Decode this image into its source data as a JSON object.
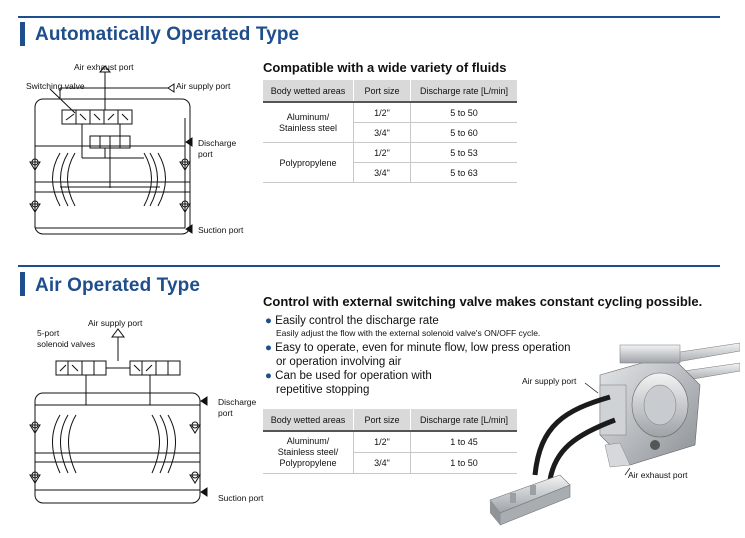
{
  "section1": {
    "title": "Automatically Operated Type",
    "subtitle": "Compatible with a wide variety of fluids",
    "labels": {
      "air_exhaust_port": "Air exhaust port",
      "switching_valve": "Switching valve",
      "air_supply_port": "Air supply port",
      "discharge_port": "Discharge",
      "discharge_port2": "port",
      "suction_port": "Suction port"
    },
    "table": {
      "headers": [
        "Body wetted areas",
        "Port size",
        "Discharge rate [L/min]"
      ],
      "groups": [
        {
          "material_line1": "Aluminum/",
          "material_line2": "Stainless steel",
          "rows": [
            {
              "port": "1/2\"",
              "rate": "5 to 50"
            },
            {
              "port": "3/4\"",
              "rate": "5 to 60"
            }
          ]
        },
        {
          "material_line1": "Polypropylene",
          "material_line2": "",
          "rows": [
            {
              "port": "1/2\"",
              "rate": "5 to 53"
            },
            {
              "port": "3/4\"",
              "rate": "5 to 63"
            }
          ]
        }
      ]
    }
  },
  "section2": {
    "title": "Air Operated Type",
    "subtitle": "Control with external switching valve makes constant cycling possible.",
    "features": [
      {
        "text": "Easily control the discharge rate",
        "sub": "Easily adjust the flow with the external solenoid valve's ON/OFF cycle."
      },
      {
        "text": "Easy to operate, even for minute flow, low press operation",
        "text2": "or operation involving air"
      },
      {
        "text": "Can be used for operation with",
        "text2": "repetitive stopping"
      }
    ],
    "labels": {
      "air_supply_port": "Air supply port",
      "solenoid_line1": "5-port",
      "solenoid_line2": "solenoid valves",
      "discharge_port": "Discharge",
      "discharge_port2": "port",
      "suction_port": "Suction port",
      "photo_air_supply": "Air supply port",
      "photo_air_exhaust": "Air exhaust port"
    },
    "table": {
      "headers": [
        "Body wetted areas",
        "Port size",
        "Discharge rate [L/min]"
      ],
      "material_lines": [
        "Aluminum/",
        "Stainless steel/",
        "Polypropylene"
      ],
      "rows": [
        {
          "port": "1/2\"",
          "rate": "1 to 45"
        },
        {
          "port": "3/4\"",
          "rate": "1 to 50"
        }
      ]
    }
  }
}
